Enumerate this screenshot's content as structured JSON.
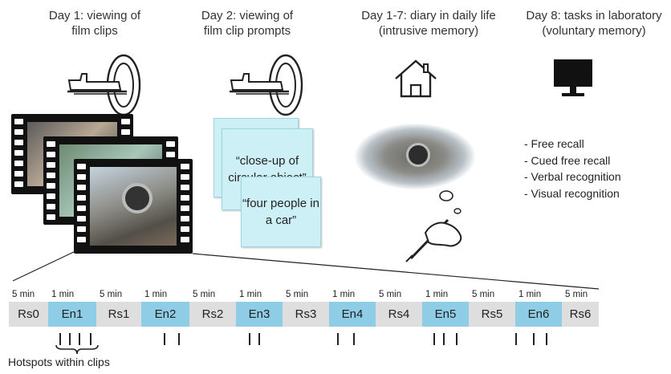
{
  "headers": [
    "Day 1: viewing of\nfilm clips",
    "Day 2: viewing of\nfilm clip prompts",
    "Day 1-7: diary in daily life\n(intrusive memory)",
    "Day 8: tasks in laboratory\n(voluntary memory)"
  ],
  "prompts": [
    "“close-up of circular object”",
    "“four people in a car”"
  ],
  "tasks": [
    "- Free recall",
    "- Cued free recall",
    "- Verbal recognition",
    "- Visual recognition"
  ],
  "timeline": [
    {
      "label": "Rs0",
      "dur": "5 min",
      "kind": "rest"
    },
    {
      "label": "En1",
      "dur": "1 min",
      "kind": "encode"
    },
    {
      "label": "Rs1",
      "dur": "5 min",
      "kind": "rest"
    },
    {
      "label": "En2",
      "dur": "1 min",
      "kind": "encode"
    },
    {
      "label": "Rs2",
      "dur": "5 min",
      "kind": "rest"
    },
    {
      "label": "En3",
      "dur": "1 min",
      "kind": "encode"
    },
    {
      "label": "Rs3",
      "dur": "5 min",
      "kind": "rest"
    },
    {
      "label": "En4",
      "dur": "1 min",
      "kind": "encode"
    },
    {
      "label": "Rs4",
      "dur": "5 min",
      "kind": "rest"
    },
    {
      "label": "En5",
      "dur": "1 min",
      "kind": "encode"
    },
    {
      "label": "Rs5",
      "dur": "5 min",
      "kind": "rest"
    },
    {
      "label": "En6",
      "dur": "1 min",
      "kind": "encode"
    },
    {
      "label": "Rs6",
      "dur": "5 min",
      "kind": "rest"
    }
  ],
  "hotspot_caption": "Hotspots within clips",
  "colors": {
    "rest": "#dedede",
    "encode": "#8fcde6",
    "prompt_card": "#cdf0f7"
  }
}
